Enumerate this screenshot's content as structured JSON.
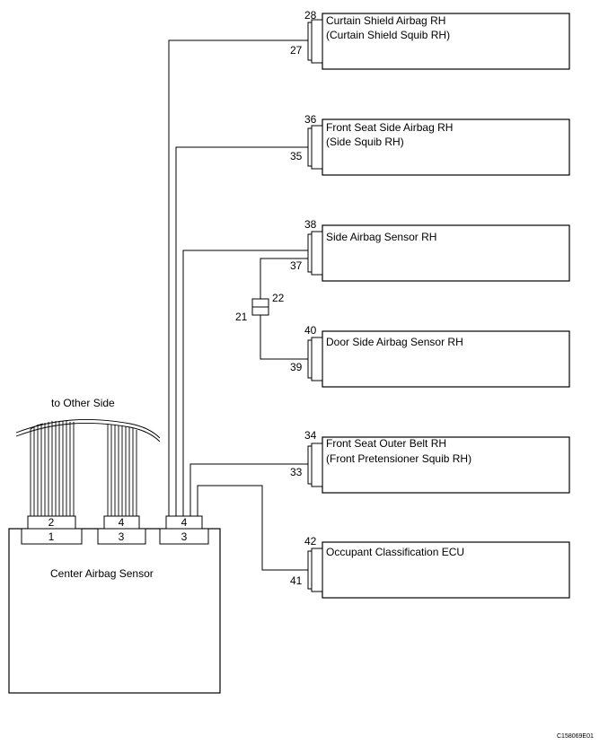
{
  "components": [
    {
      "id": "curtain",
      "line1": "Curtain Shield Airbag RH",
      "line2": "(Curtain Shield Squib RH)",
      "pin_top": "28",
      "pin_bottom": "27"
    },
    {
      "id": "front_side",
      "line1": "Front Seat Side Airbag RH",
      "line2": "(Side Squib RH)",
      "pin_top": "36",
      "pin_bottom": "35"
    },
    {
      "id": "side_sensor",
      "line1": "Side Airbag Sensor RH",
      "line2": "",
      "pin_top": "38",
      "pin_bottom": "37"
    },
    {
      "id": "door_sensor",
      "line1": "Door Side Airbag Sensor RH",
      "line2": "",
      "pin_top": "40",
      "pin_bottom": "39"
    },
    {
      "id": "belt",
      "line1": "Front Seat Outer Belt RH",
      "line2": "(Front Pretensioner Squib RH)",
      "pin_top": "34",
      "pin_bottom": "33"
    },
    {
      "id": "occupant",
      "line1": "Occupant Classification ECU",
      "line2": "",
      "pin_top": "42",
      "pin_bottom": "41"
    }
  ],
  "junction": {
    "pin_right": "22",
    "pin_left": "21"
  },
  "center_sensor": {
    "label": "Center Airbag Sensor",
    "connectors": [
      {
        "upper": "2",
        "lower": "1"
      },
      {
        "upper": "4",
        "lower": "3"
      },
      {
        "upper": "4",
        "lower": "3"
      }
    ]
  },
  "other_side_label": "to Other Side",
  "diagram_code": "C158069E01"
}
